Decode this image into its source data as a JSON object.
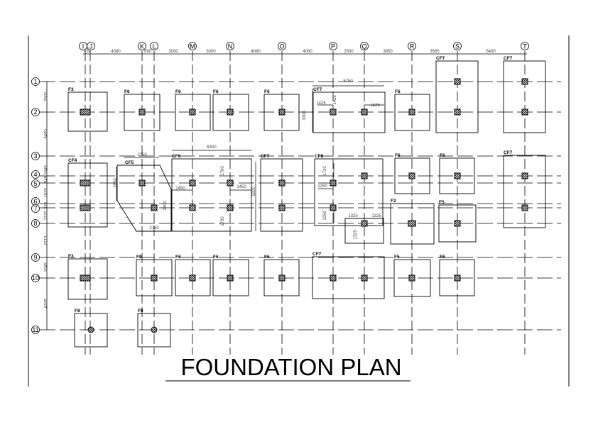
{
  "title": "FOUNDATION PLAN",
  "grid": {
    "columns": [
      "I",
      "J",
      "K",
      "L",
      "M",
      "N",
      "O",
      "P",
      "Q",
      "R",
      "S",
      "T"
    ],
    "rows": [
      "1",
      "2",
      "3",
      "4",
      "5",
      "6",
      "7",
      "8",
      "9",
      "10",
      "11"
    ]
  },
  "dimensions": {
    "top": [
      "450",
      "4080",
      "990",
      "3090",
      "3000",
      "4080",
      "4080",
      "2500",
      "3850",
      "3565",
      "5400"
    ],
    "left": [
      "2500",
      "3490",
      "1645",
      "545",
      "1625",
      "325",
      "1270",
      "2715",
      "1645",
      "4165"
    ],
    "detail": [
      "5750",
      "1425",
      "1425",
      "1425",
      "3300",
      "2750",
      "2800",
      "6300",
      "1700",
      "1450",
      "1450",
      "5800",
      "2800",
      "1700",
      "2750",
      "1720",
      "1250",
      "1250",
      "1325",
      "1325",
      "1325"
    ]
  },
  "footings": [
    "F3",
    "F6",
    "F6",
    "F6",
    "F6",
    "CF7",
    "F6",
    "CF7",
    "CF7",
    "CF4",
    "CF5",
    "CF6",
    "CF7",
    "CF8",
    "F6",
    "F6",
    "CF7",
    "F2",
    "F5",
    "F3",
    "F9",
    "F6",
    "F6",
    "F6",
    "CF7",
    "F5",
    "F6",
    "F8",
    "F8"
  ],
  "colors": {
    "line": "#000000",
    "dimension_text": "#444444"
  }
}
